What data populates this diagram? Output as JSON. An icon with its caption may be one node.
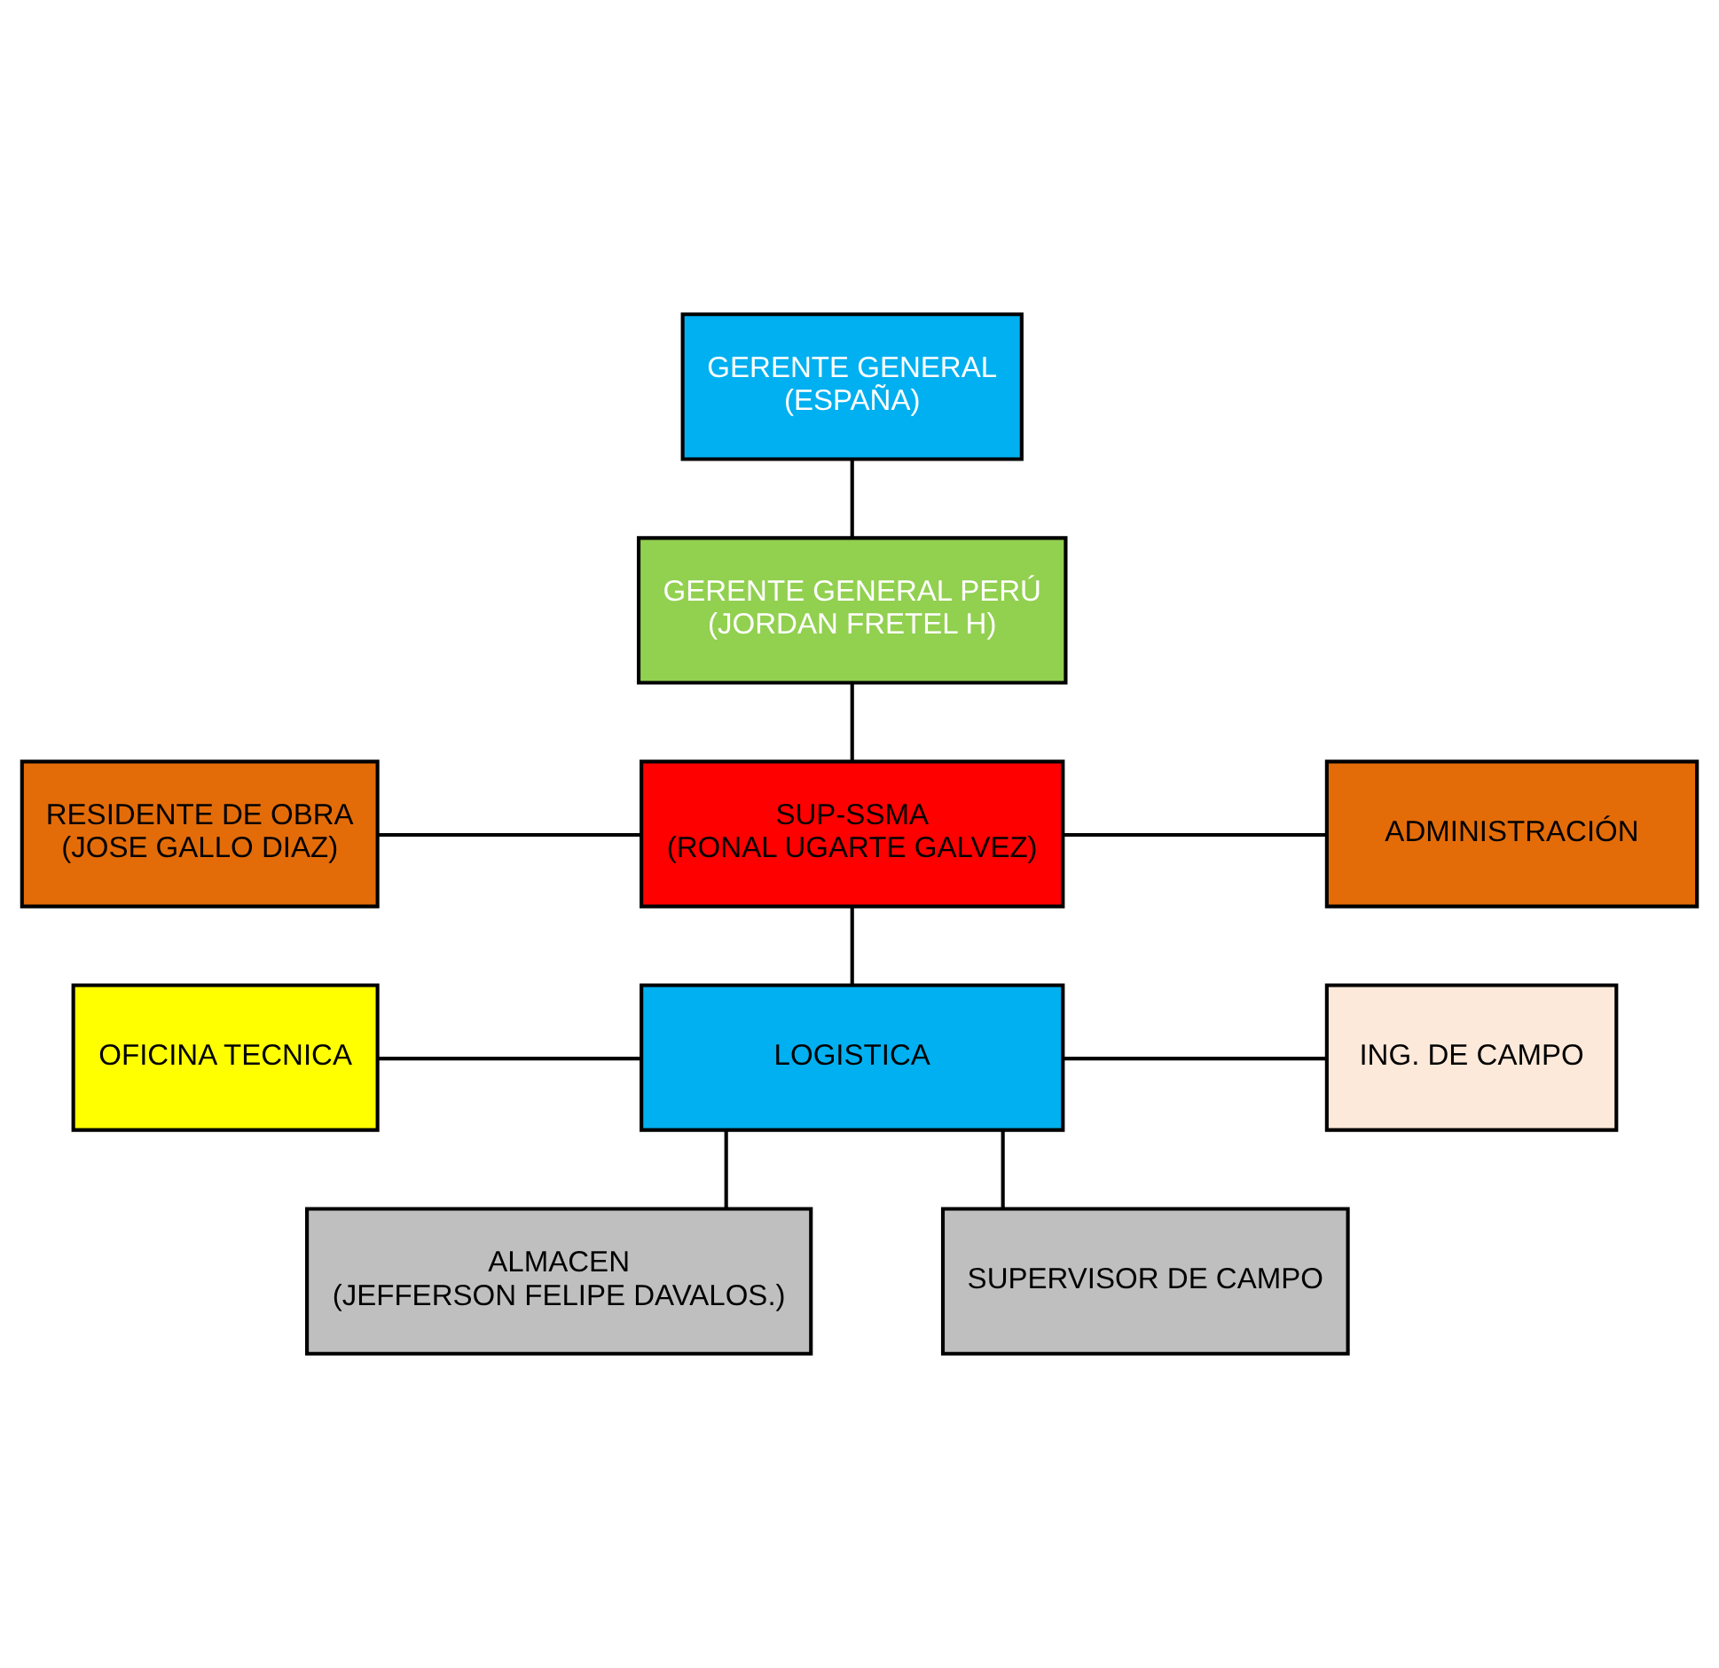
{
  "diagram": {
    "nodes": [
      {
        "text": [
          "GERENTE GENERAL",
          "(ESPAÑA)"
        ]
      },
      {
        "text": [
          "GERENTE GENERAL PERÚ",
          "(JORDAN FRETEL H)"
        ]
      },
      {
        "text": [
          "RESIDENTE DE OBRA",
          "(JOSE GALLO DIAZ)"
        ]
      },
      {
        "text": [
          "SUP-SSMA",
          "(RONAL UGARTE GALVEZ)"
        ]
      },
      {
        "text": [
          "ADMINISTRACIÓN"
        ]
      },
      {
        "text": [
          "OFICINA TECNICA"
        ]
      },
      {
        "text": [
          "LOGISTICA"
        ]
      },
      {
        "text": [
          "ING. DE CAMPO"
        ]
      },
      {
        "text": [
          "ALMACEN",
          "(JEFFERSON FELIPE DAVALOS.)"
        ]
      },
      {
        "text": [
          "SUPERVISOR DE CAMPO"
        ]
      }
    ],
    "edges": [
      {
        "from": 0,
        "to": 1,
        "arrow": "none"
      },
      {
        "from": 1,
        "to": 3,
        "arrow": "none"
      },
      {
        "from": 2,
        "to": 3,
        "arrow": "none"
      },
      {
        "from": 3,
        "to": 4,
        "arrow": "none"
      },
      {
        "from": 3,
        "to": 6,
        "arrow": "none"
      },
      {
        "from": 5,
        "to": 6,
        "arrow": "none"
      },
      {
        "from": 6,
        "to": 7,
        "arrow": "none"
      },
      {
        "from": 6,
        "to": 8,
        "arrow": "none"
      },
      {
        "from": 6,
        "to": 9,
        "arrow": "none"
      }
    ]
  }
}
